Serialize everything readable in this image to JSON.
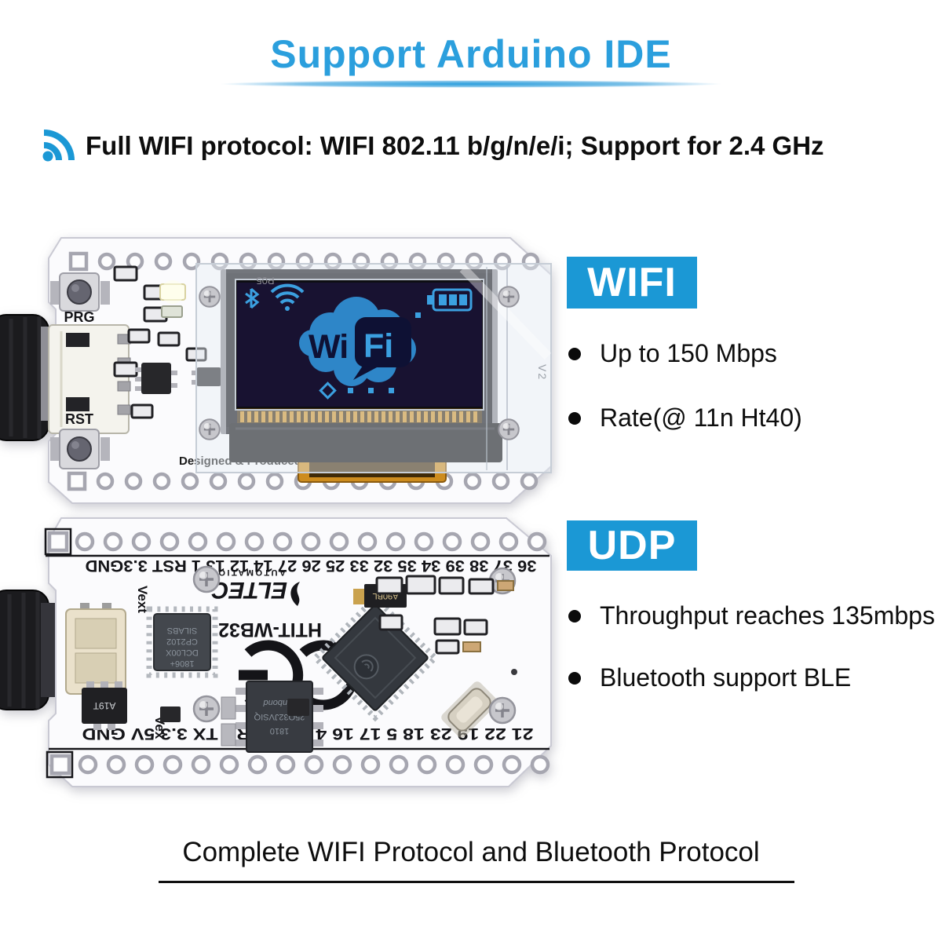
{
  "colors": {
    "accent_blue": "#1b98d5",
    "title_blue": "#2b9fdd",
    "oled_blue": "#3ba0e0",
    "cloud_blue": "#2e86c8"
  },
  "header": {
    "title": "Support Arduino IDE"
  },
  "feature": {
    "text": "Full WIFI protocol: WIFI 802.11 b/g/n/e/i; Support for 2.4 GHz"
  },
  "wifi_section": {
    "heading": "WIFI",
    "bullets": [
      "Up to 150 Mbps",
      "Rate(@ 11n Ht40)"
    ]
  },
  "udp_section": {
    "heading": "UDP",
    "bullets": [
      "Throughput reaches 135mbps",
      "Bluetooth support BLE"
    ]
  },
  "footer": {
    "caption": "Complete WIFI Protocol and Bluetooth Protocol"
  },
  "front_board": {
    "button_prg": "PRG",
    "button_rst": "RST",
    "silkscreen": "Designed & Produced",
    "cover_marking": "P05",
    "version": "V2",
    "oled": {
      "logo_wi": "Wi",
      "logo_fi": "Fi"
    }
  },
  "back_board": {
    "brand": "ELTEC",
    "brand_sub": "AUTOMATION",
    "model": "HTIT-WB32",
    "usb_chip": [
      "SILABS",
      "CP2102",
      "DCL00X",
      "1806+"
    ],
    "flash_chip": [
      "winbond",
      "25Q32JVSIQ",
      "1810"
    ],
    "regulator": "A90BL",
    "transistor": "A19T",
    "pin_row_top": "36 37 38 39 34 35 32 33 25 26 27 14 12 13 1 RST 3.3GND",
    "pin_row_bottom": "21 22 19 23 18 5 17 16 4 0 2 15 RX TX 3.3 5V GND",
    "label_vext": "Vext",
    "label_vex": "Vex"
  }
}
